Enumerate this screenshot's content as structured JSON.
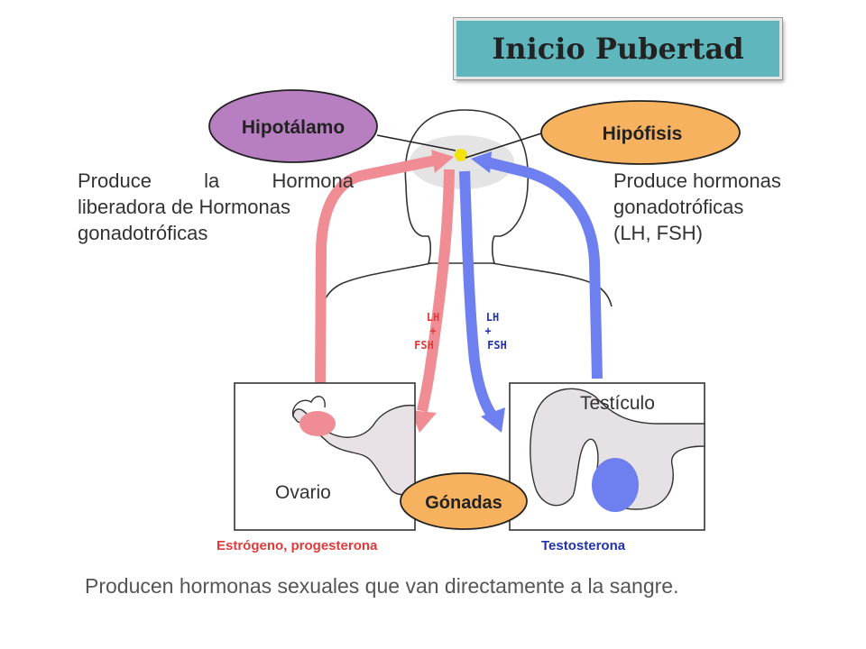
{
  "title": "Inicio Pubertad",
  "labels": {
    "hipotalamo": "Hipotálamo",
    "hipofisis": "Hipófisis",
    "gonadas": "Gónadas",
    "ovario": "Ovario",
    "testiculo": "Testículo"
  },
  "left_description": [
    "Produce la Hormona",
    "liberadora de Hormonas",
    "gonadotróficas"
  ],
  "right_description": [
    "Produce hormonas",
    "gonadotróficas",
    "(LH, FSH)"
  ],
  "arrow_labels": {
    "female": [
      "LH",
      "+",
      "FSH"
    ],
    "male": [
      "LH",
      "+",
      "FSH"
    ]
  },
  "hormones": {
    "female": "Estrógeno, progesterona",
    "male": "Testosterona"
  },
  "caption": "Producen hormonas sexuales que van directamente a la sangre.",
  "colors": {
    "title_bg": "#5fb6bd",
    "hipotalamo_fill": "#b77ec1",
    "hipofisis_fill": "#f6b25f",
    "gonadas_fill": "#f6b25f",
    "female_arrow": "#f08d94",
    "male_arrow": "#6e7ff0",
    "female_text": "#e03a3a",
    "male_text": "#2233aa",
    "gland": "#f2e20a"
  }
}
